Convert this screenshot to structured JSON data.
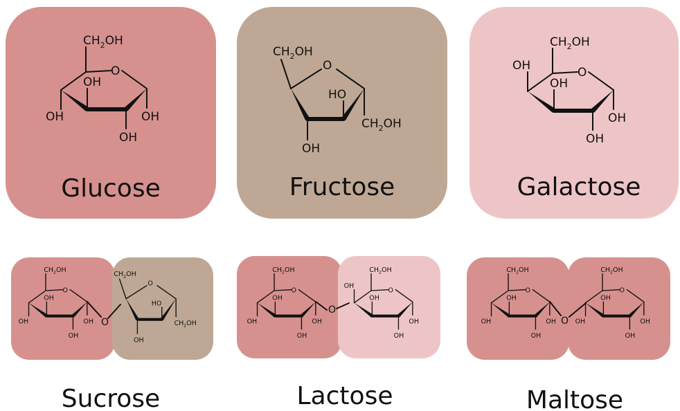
{
  "colors": {
    "glucose": "#d6918e",
    "fructose": "#bea895",
    "galactose": "#eec5c7",
    "ink": "#111111"
  },
  "groups": {
    "ch2oh_main": "CH",
    "ch2oh_sub": "2",
    "ch2oh_tail": "OH",
    "oh": "OH",
    "ho": "HO",
    "o": "O"
  },
  "monosaccharides": [
    {
      "name": "Glucose",
      "color_key": "glucose"
    },
    {
      "name": "Fructose",
      "color_key": "fructose"
    },
    {
      "name": "Galactose",
      "color_key": "galactose"
    }
  ],
  "disaccharides": [
    {
      "name": "Sucrose",
      "components": [
        "glucose",
        "fructose"
      ]
    },
    {
      "name": "Lactose",
      "components": [
        "glucose",
        "galactose"
      ]
    },
    {
      "name": "Maltose",
      "components": [
        "glucose",
        "glucose"
      ]
    }
  ]
}
